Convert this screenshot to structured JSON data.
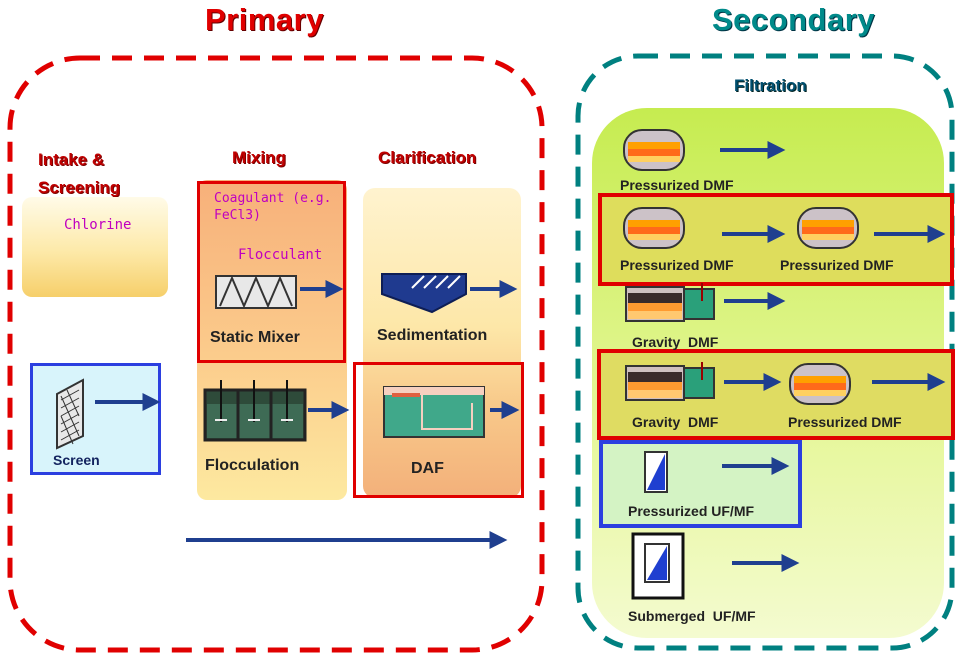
{
  "primary": {
    "title": "Primary",
    "title_color": "#e00000",
    "columns": {
      "intake": "Intake &\nScreening",
      "mixing": "Mixing",
      "clarification": "Clarification"
    },
    "chemicals": {
      "chlorine": "Chlorine",
      "coagulant": "Coagulant (e.g.\nFeCl3)",
      "flocculant": "Flocculant"
    },
    "units": {
      "screen": "Screen",
      "static_mixer": "Static Mixer",
      "flocculation": "Flocculation",
      "sedimentation": "Sedimentation",
      "daf": "DAF"
    }
  },
  "secondary": {
    "title": "Secondary",
    "title_color": "#008080",
    "filtration": "Filtration",
    "units": {
      "pdmf_1": "Pressurized DMF",
      "pdmf_2a": "Pressurized DMF",
      "pdmf_2b": "Pressurized DMF",
      "gravity_1": "Gravity  DMF",
      "gravity_2": "Gravity  DMF",
      "pdmf_3": "Pressurized DMF",
      "pressurized_ufmf": "Pressurized UF/MF",
      "submerged_ufmf": "Submerged  UF/MF"
    }
  },
  "colors": {
    "highlight_red": "#e00000",
    "highlight_blue": "#2b3fe0",
    "arrow": "#1f3f8f",
    "chemical_text": "#c000c0"
  }
}
